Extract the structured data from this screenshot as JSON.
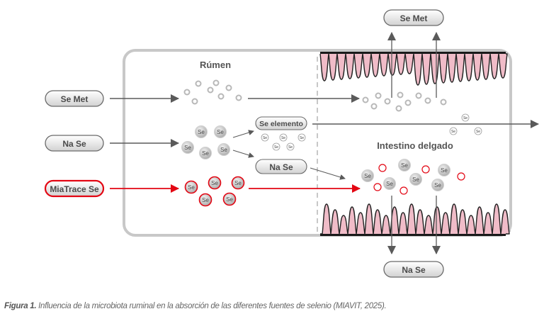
{
  "diagram": {
    "labels": {
      "rumen": "Rúmen",
      "intestine": "Intestino delgado"
    },
    "inputs": [
      {
        "id": "se-met",
        "label": "Se Met",
        "highlight": false
      },
      {
        "id": "na-se",
        "label": "Na Se",
        "highlight": false
      },
      {
        "id": "miatrace-se",
        "label": "MiaTrace Se",
        "highlight": true
      }
    ],
    "rumen_products": {
      "se_elemento": "Se elemento",
      "na_se": "Na Se"
    },
    "outputs": {
      "top": "Se Met",
      "bottom": "Na Se"
    },
    "particle_symbol": "Se",
    "colors": {
      "accent_red": "#e30613",
      "arrow_gray": "#5a5a5a",
      "container_gray": "#c8c8c8",
      "villi_pink": "#f0bcc8",
      "villi_outline": "#222222"
    }
  },
  "caption": {
    "prefix": "Figura 1.",
    "text": " Influencia de la microbiota ruminal en la absorción de las diferentes fuentes de selenio (MIAVIT, 2025)."
  }
}
